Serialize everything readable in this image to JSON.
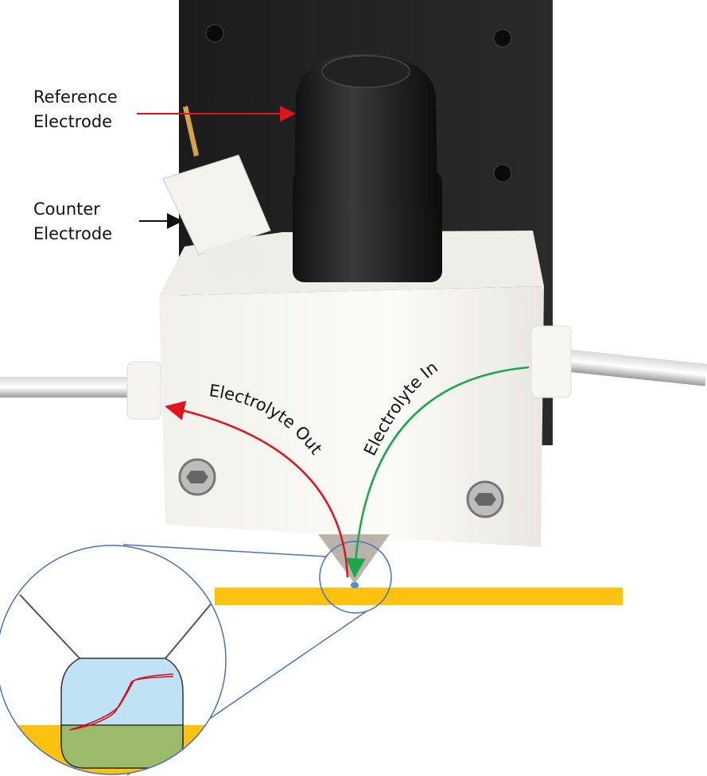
{
  "labels": {
    "reference_electrode_line1": "Reference",
    "reference_electrode_line2": "Electrode",
    "counter_electrode_line1": "Counter",
    "counter_electrode_line2": "Electrode",
    "electrolyte_out": "Electrolyte Out",
    "electrolyte_in": "Electrolyte In"
  },
  "colors": {
    "outflow_arrow": "#e0141e",
    "inflow_arrow": "#1aa84a",
    "substrate": "#fdc20f",
    "droplet": "#bfe3f5",
    "wetted_area": "#9bba6a",
    "zoom_outline": "#4a72b8"
  }
}
